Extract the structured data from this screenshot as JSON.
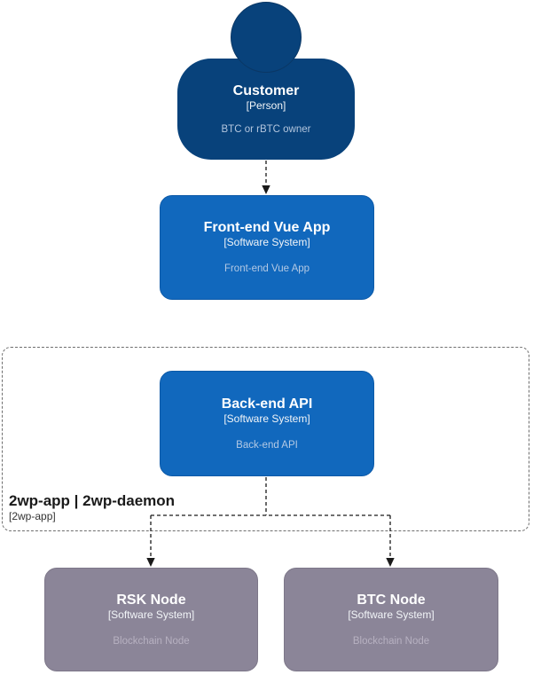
{
  "colors": {
    "background": "#ffffff",
    "person_fill": "#08427b",
    "person_border": "#0a3765",
    "system_fill": "#1168bd",
    "system_border": "#0d5aa8",
    "external_fill": "#8b8598",
    "external_border": "#7d7789",
    "connector": "#1a1a1a",
    "boundary_border": "#6e6e6e",
    "title_text": "#ffffff",
    "system_desc_text": "#b3c9e4",
    "external_desc_text": "#b7b1c1"
  },
  "nodes": {
    "customer": {
      "title": "Customer",
      "type": "[Person]",
      "description": "BTC or rBTC owner"
    },
    "frontend": {
      "title": "Front-end Vue App",
      "type": "[Software System]",
      "description": "Front-end Vue App"
    },
    "backend": {
      "title": "Back-end API",
      "type": "[Software System]",
      "description": "Back-end API"
    },
    "rsk_node": {
      "title": "RSK Node",
      "type": "[Software System]",
      "description": "Blockchain Node"
    },
    "btc_node": {
      "title": "BTC Node",
      "type": "[Software System]",
      "description": "Blockchain Node"
    }
  },
  "boundary": {
    "title": "2wp-app | 2wp-daemon",
    "type": "[2wp-app]"
  }
}
